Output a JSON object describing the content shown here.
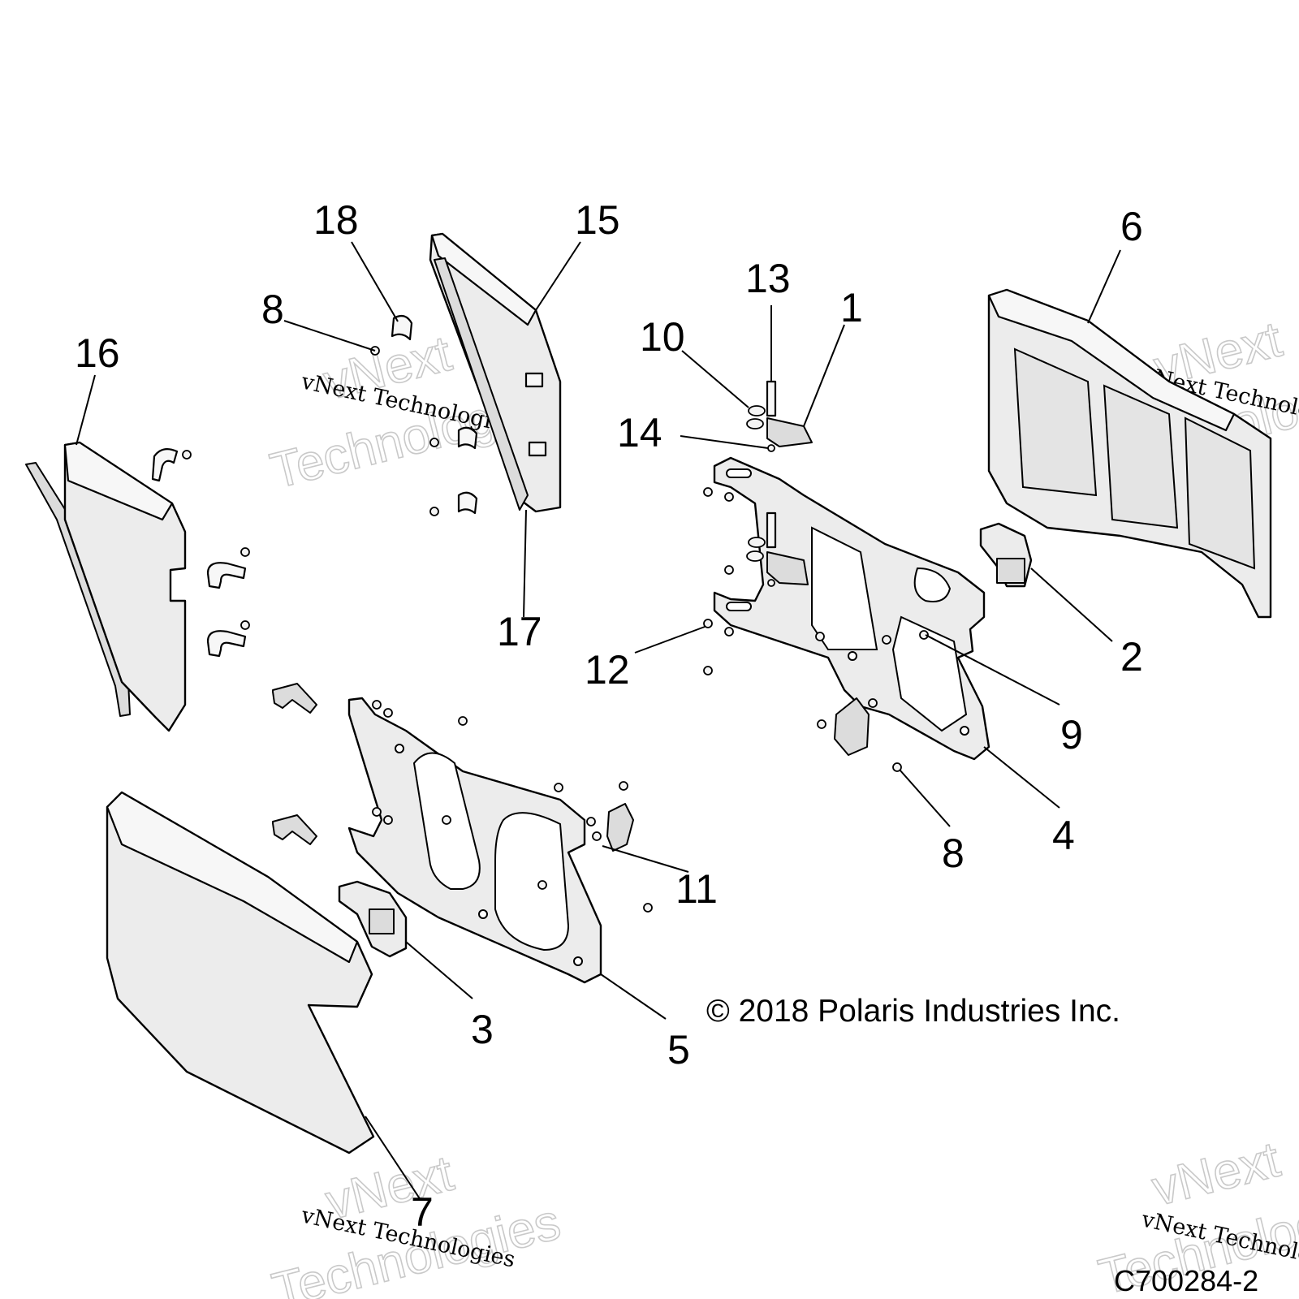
{
  "diagram": {
    "callouts": [
      {
        "id": "c18",
        "label": "18"
      },
      {
        "id": "c15",
        "label": "15"
      },
      {
        "id": "c8a",
        "label": "8"
      },
      {
        "id": "c16",
        "label": "16"
      },
      {
        "id": "c13",
        "label": "13"
      },
      {
        "id": "c1",
        "label": "1"
      },
      {
        "id": "c10",
        "label": "10"
      },
      {
        "id": "c14",
        "label": "14"
      },
      {
        "id": "c6",
        "label": "6"
      },
      {
        "id": "c17",
        "label": "17"
      },
      {
        "id": "c2",
        "label": "2"
      },
      {
        "id": "c12",
        "label": "12"
      },
      {
        "id": "c9",
        "label": "9"
      },
      {
        "id": "c8b",
        "label": "8"
      },
      {
        "id": "c4",
        "label": "4"
      },
      {
        "id": "c11",
        "label": "11"
      },
      {
        "id": "c3",
        "label": "3"
      },
      {
        "id": "c5",
        "label": "5"
      },
      {
        "id": "c7",
        "label": "7"
      }
    ],
    "copyright": "© 2018 Polaris Industries Inc.",
    "figure_id": "C700284-2",
    "watermark": {
      "small": "vNext Technologies",
      "big_top": "vNext",
      "big_bottom": "Technologies"
    }
  }
}
